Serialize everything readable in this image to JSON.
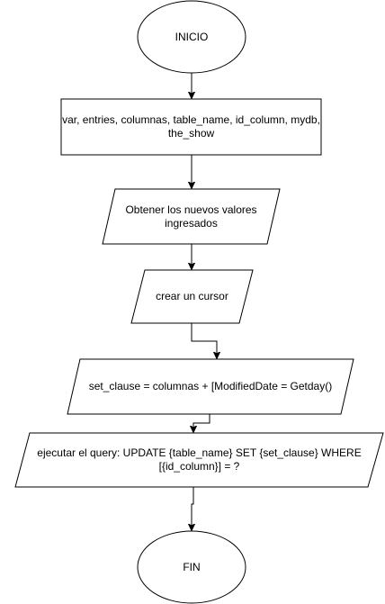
{
  "nodes": {
    "start": "INICIO",
    "variables_line1": "var, entries, columnas, table_name, id_column, mydb,",
    "variables_line2": "the_show",
    "get_values_line1": "Obtener los nuevos valores",
    "get_values_line2": "ingresados",
    "cursor": "crear un cursor",
    "set_clause": "set_clause = columnas + [ModifiedDate = Getday()",
    "query_line1": "ejecutar el query: UPDATE {table_name} SET {set_clause} WHERE",
    "query_line2": "[{id_column}] = ?",
    "end": "FIN"
  }
}
